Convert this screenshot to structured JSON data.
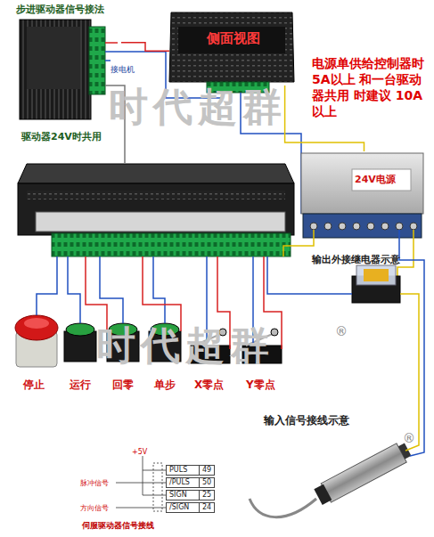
{
  "diagram": {
    "nodes": [
      {
        "text": [
          "步进驱动器信号接法"
        ]
      },
      {
        "text": [
          "侧面视图"
        ]
      },
      {
        "text": [
          "24V电源"
        ]
      },
      {
        "text": [
          "输出外接继电器示意"
        ]
      },
      {
        "text": [
          "输入信号接线示意"
        ]
      },
      {
        "text": [
          "PULS",
          "49"
        ]
      },
      {
        "text": [
          "/PULS",
          "50"
        ]
      },
      {
        "text": [
          "SIGN",
          "25"
        ]
      },
      {
        "text": [
          "/SIGN",
          "24"
        ]
      }
    ],
    "edges": [
      {
        "from": 0,
        "to": 1,
        "arrow": "none"
      },
      {
        "from": 1,
        "to": 2,
        "arrow": "none"
      }
    ],
    "labels": [
      "驱动器24V时共用",
      "接电机",
      "电源单供给控制器时 5A以上 和一台驱动器共用 时建议 10A以上",
      "停止",
      "运行",
      "回零",
      "单步",
      "X零点",
      "Y零点",
      "+5V",
      "脉冲信号",
      "方向信号",
      "伺服驱动器信号接线",
      "时代超群",
      "时代超群",
      "®",
      "®"
    ]
  }
}
